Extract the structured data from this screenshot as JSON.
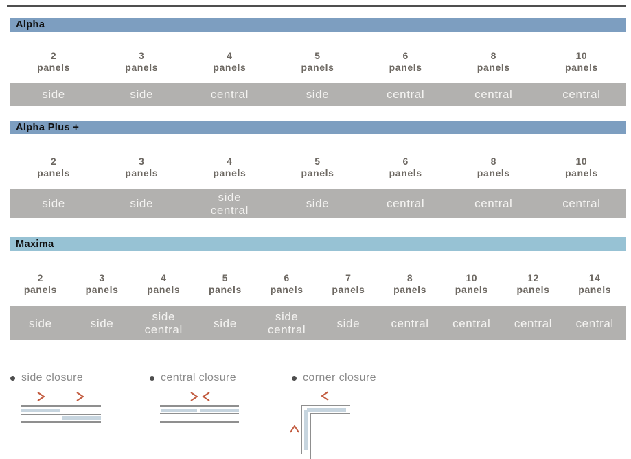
{
  "sections": [
    {
      "title": "Alpha",
      "header_color": "#7d9ec0",
      "columns": [
        {
          "count": "2",
          "unit": "panels",
          "closure": "side"
        },
        {
          "count": "3",
          "unit": "panels",
          "closure": "side"
        },
        {
          "count": "4",
          "unit": "panels",
          "closure": "central"
        },
        {
          "count": "5",
          "unit": "panels",
          "closure": "side"
        },
        {
          "count": "6",
          "unit": "panels",
          "closure": "central"
        },
        {
          "count": "8",
          "unit": "panels",
          "closure": "central"
        },
        {
          "count": "10",
          "unit": "panels",
          "closure": "central"
        }
      ]
    },
    {
      "title": "Alpha Plus +",
      "header_color": "#7d9ec0",
      "columns": [
        {
          "count": "2",
          "unit": "panels",
          "closure": "side"
        },
        {
          "count": "3",
          "unit": "panels",
          "closure": "side"
        },
        {
          "count": "4",
          "unit": "panels",
          "closure": "side\ncentral"
        },
        {
          "count": "5",
          "unit": "panels",
          "closure": "side"
        },
        {
          "count": "6",
          "unit": "panels",
          "closure": "central"
        },
        {
          "count": "8",
          "unit": "panels",
          "closure": "central"
        },
        {
          "count": "10",
          "unit": "panels",
          "closure": "central"
        }
      ]
    },
    {
      "title": "Maxima",
      "header_color": "#97c2d4",
      "columns": [
        {
          "count": "2",
          "unit": "panels",
          "closure": "side"
        },
        {
          "count": "3",
          "unit": "panels",
          "closure": "side"
        },
        {
          "count": "4",
          "unit": "panels",
          "closure": "side\ncentral"
        },
        {
          "count": "5",
          "unit": "panels",
          "closure": "side"
        },
        {
          "count": "6",
          "unit": "panels",
          "closure": "side\ncentral"
        },
        {
          "count": "7",
          "unit": "panels",
          "closure": "side"
        },
        {
          "count": "8",
          "unit": "panels",
          "closure": "central"
        },
        {
          "count": "10",
          "unit": "panels",
          "closure": "central"
        },
        {
          "count": "12",
          "unit": "panels",
          "closure": "central"
        },
        {
          "count": "14",
          "unit": "panels",
          "closure": "central"
        }
      ]
    }
  ],
  "legend": {
    "items": [
      {
        "label": "side closure"
      },
      {
        "label": "central closure"
      },
      {
        "label": "corner closure"
      }
    ]
  },
  "colors": {
    "header_blue": "#7d9ec0",
    "header_light_blue": "#97c2d4",
    "banner_gray": "#b2b1af",
    "chevron_red": "#c25a3e",
    "panel_bar_blue": "#c7d5df",
    "rail_gray": "#8f8f8f"
  }
}
